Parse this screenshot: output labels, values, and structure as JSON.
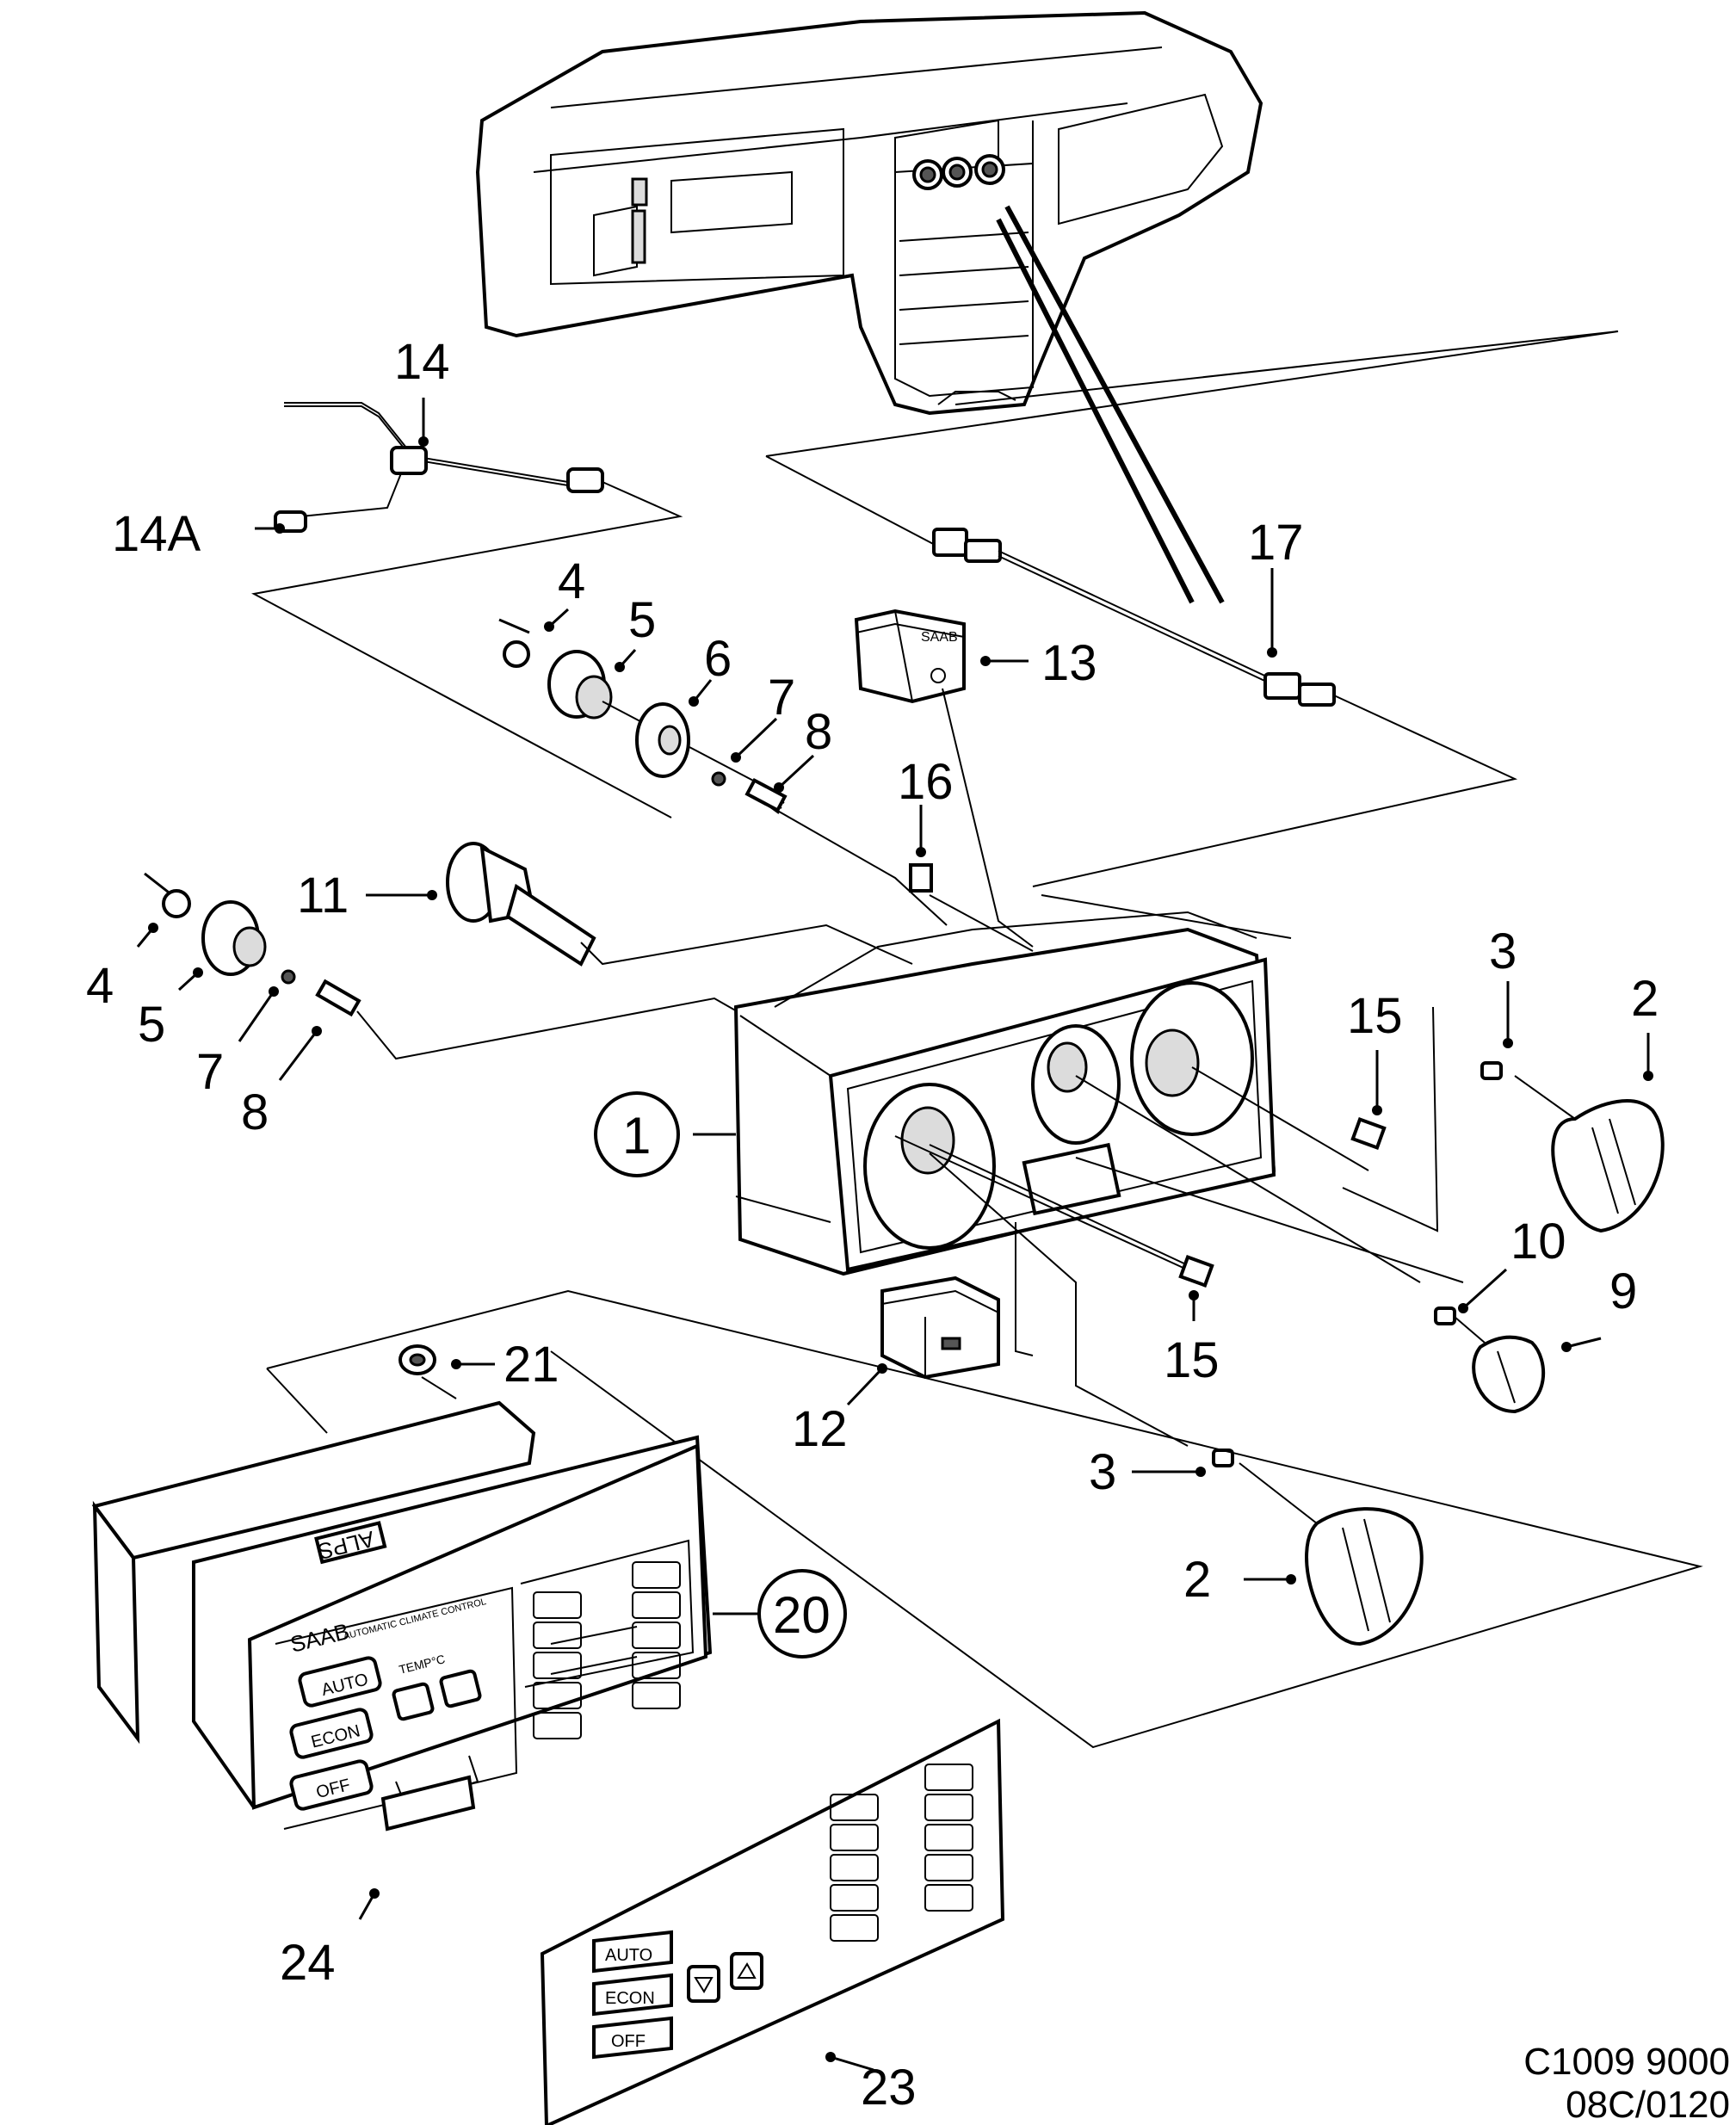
{
  "callouts": {
    "c14": "14",
    "c14a": "14A",
    "c17": "17",
    "c13": "13",
    "c4a": "4",
    "c5a": "5",
    "c6": "6",
    "c7a": "7",
    "c8a": "8",
    "c16": "16",
    "c11": "11",
    "c4b": "4",
    "c5b": "5",
    "c7b": "7",
    "c8b": "8",
    "c3a": "3",
    "c2a": "2",
    "c15a": "15",
    "c1": "1",
    "c10": "10",
    "c9": "9",
    "c15b": "15",
    "c21": "21",
    "c12": "12",
    "c3b": "3",
    "c2b": "2",
    "c20": "20",
    "c24": "24",
    "c23": "23"
  },
  "figure_code": {
    "line1": "C1009 9000",
    "line2": "08C/0120"
  },
  "connector_label": "SAAB",
  "acc_unit": {
    "brand": "SAAB",
    "subtitle": "AUTOMATIC CLIMATE CONTROL",
    "supplier": "ALPS",
    "temp_label": "TEMP°C",
    "auto": "AUTO",
    "econ": "ECON",
    "off": "OFF"
  },
  "overlay": {
    "auto": "AUTO",
    "econ": "ECON",
    "off": "OFF"
  }
}
